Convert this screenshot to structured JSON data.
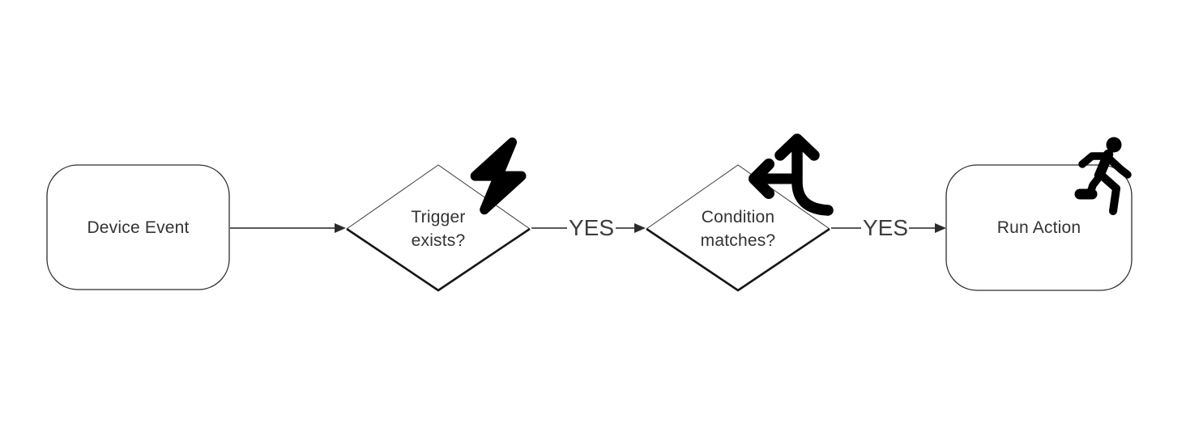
{
  "diagram": {
    "type": "flowchart",
    "direction": "left-to-right",
    "nodes": [
      {
        "id": "device-event",
        "label": "Device Event",
        "shape": "rounded-rectangle",
        "icon": null
      },
      {
        "id": "trigger-exists",
        "label": "Trigger exists?",
        "shape": "decision-diamond",
        "icon": "lightning-bolt-icon"
      },
      {
        "id": "condition-matches",
        "label": "Condition matches?",
        "shape": "decision-diamond",
        "icon": "split-arrows-icon"
      },
      {
        "id": "run-action",
        "label": "Run Action",
        "shape": "rounded-rectangle",
        "icon": "running-person-icon"
      }
    ],
    "edges": [
      {
        "from": "device-event",
        "to": "trigger-exists",
        "label": ""
      },
      {
        "from": "trigger-exists",
        "to": "condition-matches",
        "label": "YES"
      },
      {
        "from": "condition-matches",
        "to": "run-action",
        "label": "YES"
      }
    ],
    "colors": {
      "background": "#ffffff",
      "shape_fill": "#ffffff",
      "shape_stroke": "#2e2e2e",
      "shape_stroke_heavy": "#161616",
      "connector": "#404040",
      "text": "#333333",
      "icon": "#000000"
    }
  }
}
